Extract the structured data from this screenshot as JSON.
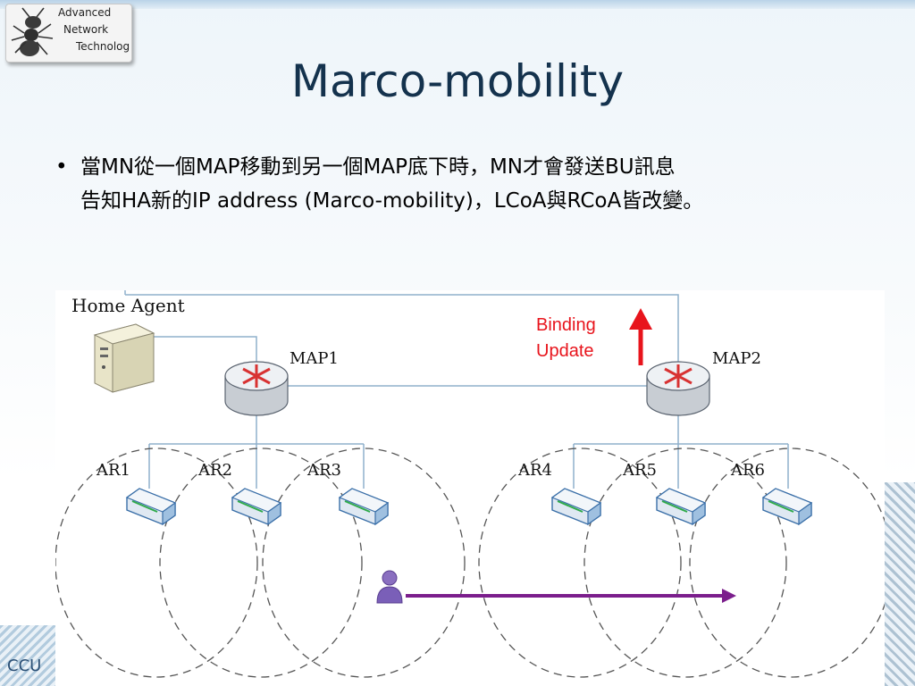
{
  "logo": {
    "line1": "Advanced",
    "line2": "Network",
    "line3": "Technolog"
  },
  "title": "Marco-mobility",
  "bullet": {
    "line1": "當MN從一個MAP移動到另一個MAP底下時，MN才會發送BU訊息",
    "line2": "告知HA新的IP address (Marco-mobility)，LCoA與RCoA皆改變。"
  },
  "diagram": {
    "home_agent": "Home Agent",
    "map1": "MAP1",
    "map2": "MAP2",
    "ar1": "AR1",
    "ar2": "AR2",
    "ar3": "AR3",
    "ar4": "AR4",
    "ar5": "AR5",
    "ar6": "AR6",
    "binding_line1": "Binding",
    "binding_line2": "Update",
    "colors": {
      "arrow": "#e8141c",
      "movement": "#7b1e8c",
      "link": "#8fb0cc",
      "router": "#3f8fd0"
    }
  },
  "footer": {
    "label": "CCU"
  }
}
